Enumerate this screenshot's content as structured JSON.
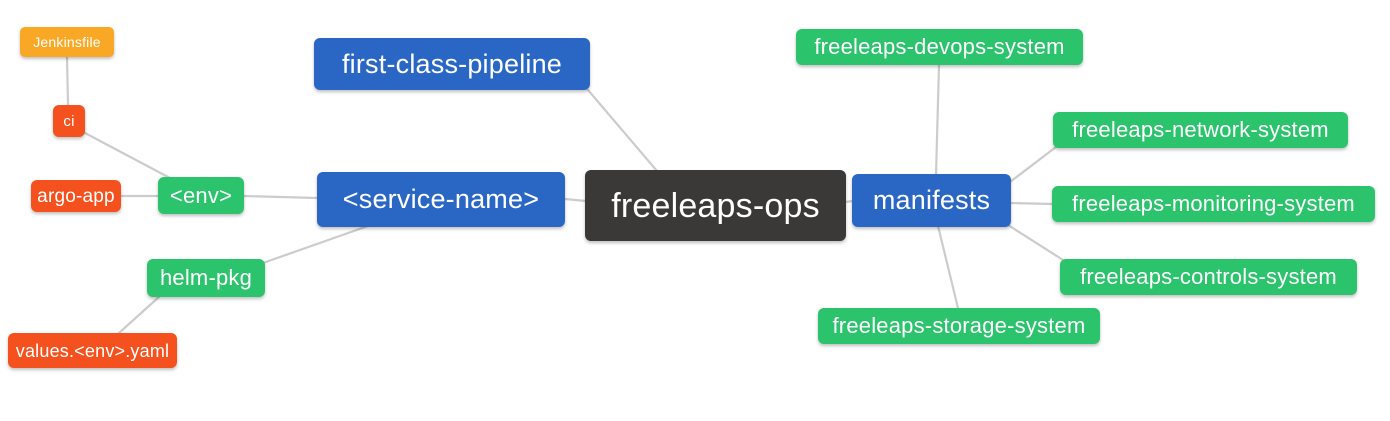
{
  "palette": {
    "background": "#ffffff",
    "edge": "#cccccc",
    "blue": "#2a67c5",
    "green": "#2bc36c",
    "orange": "#f8a825",
    "red": "#f4511e",
    "dark": "#3b3838",
    "text": "#ffffff"
  },
  "nodes": {
    "freeleaps_ops": {
      "label": "freeleaps-ops",
      "color": "dark"
    },
    "first_class_pipeline": {
      "label": "first-class-pipeline",
      "color": "blue"
    },
    "service_name": {
      "label": "<service-name>",
      "color": "blue"
    },
    "manifests": {
      "label": "manifests",
      "color": "blue"
    },
    "env": {
      "label": "<env>",
      "color": "green"
    },
    "helm_pkg": {
      "label": "helm-pkg",
      "color": "green"
    },
    "jenkinsfile": {
      "label": "Jenkinsfile",
      "color": "orange"
    },
    "ci": {
      "label": "ci",
      "color": "red"
    },
    "argo_app": {
      "label": "argo-app",
      "color": "red"
    },
    "values_env_yaml": {
      "label": "values.<env>.yaml",
      "color": "red"
    },
    "devops_system": {
      "label": "freeleaps-devops-system",
      "color": "green"
    },
    "network_system": {
      "label": "freeleaps-network-system",
      "color": "green"
    },
    "monitoring_system": {
      "label": "freeleaps-monitoring-system",
      "color": "green"
    },
    "controls_system": {
      "label": "freeleaps-controls-system",
      "color": "green"
    },
    "storage_system": {
      "label": "freeleaps-storage-system",
      "color": "green"
    }
  },
  "edges": [
    {
      "from": "jenkinsfile",
      "to": "ci"
    },
    {
      "from": "ci",
      "to": "env"
    },
    {
      "from": "argo_app",
      "to": "env"
    },
    {
      "from": "env",
      "to": "service_name"
    },
    {
      "from": "helm_pkg",
      "to": "service_name"
    },
    {
      "from": "values_env_yaml",
      "to": "helm_pkg"
    },
    {
      "from": "first_class_pipeline",
      "to": "freeleaps_ops"
    },
    {
      "from": "service_name",
      "to": "freeleaps_ops"
    },
    {
      "from": "freeleaps_ops",
      "to": "manifests"
    },
    {
      "from": "manifests",
      "to": "devops_system"
    },
    {
      "from": "manifests",
      "to": "network_system"
    },
    {
      "from": "manifests",
      "to": "monitoring_system"
    },
    {
      "from": "manifests",
      "to": "controls_system"
    },
    {
      "from": "manifests",
      "to": "storage_system"
    }
  ]
}
